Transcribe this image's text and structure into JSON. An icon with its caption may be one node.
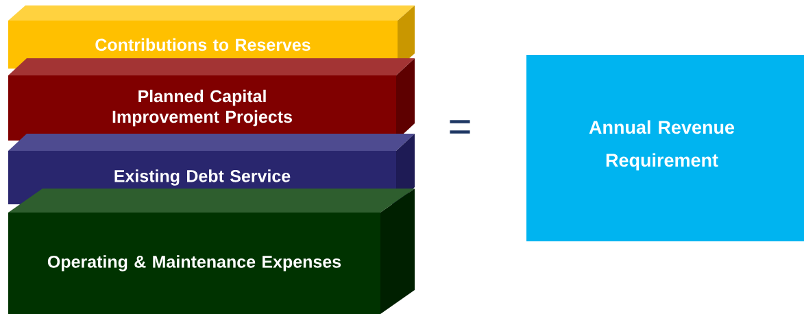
{
  "diagram": {
    "nodes": [
      {
        "text": [
          "Contributions to Reserves"
        ]
      },
      {
        "text": [
          "Planned Capital Improvement Projects"
        ]
      },
      {
        "text": [
          "Existing Debt Service"
        ]
      },
      {
        "text": [
          "Operating & Maintenance Expenses"
        ]
      },
      {
        "text": [
          "Annual Revenue Requirement"
        ]
      }
    ],
    "labels": [
      "="
    ]
  }
}
